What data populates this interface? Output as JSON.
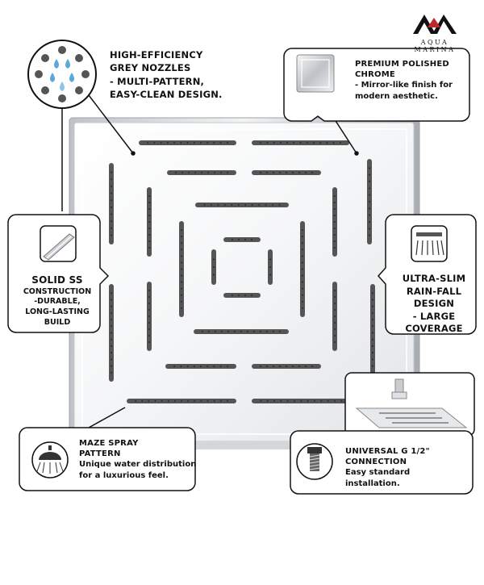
{
  "brand": {
    "name": "AQUA MARINA",
    "logo_icon": "am-monogram-logo",
    "logo_color": "#111111",
    "accent_color": "#c1272d"
  },
  "callouts": {
    "nozzles": {
      "icon": "water-nozzle-icon",
      "title_lines": [
        "HIGH-EFFICIENCY",
        "GREY NOZZLES",
        "- MULTI-PATTERN,",
        "EASY-CLEAN DESIGN."
      ]
    },
    "chrome": {
      "icon": "chrome-tile-icon",
      "title_lines": [
        "PREMIUM POLISHED",
        "CHROME"
      ],
      "body_lines": [
        "- Mirror-like finish for",
        "modern aesthetic."
      ]
    },
    "solid_ss": {
      "icon": "steel-bar-icon",
      "title": "SOLID SS",
      "body_lines": [
        "CONSTRUCTION",
        "-DURABLE,",
        "LONG-LASTING BUILD"
      ]
    },
    "ultra_slim": {
      "icon": "rain-shower-icon",
      "title_lines": [
        "ULTRA-SLIM",
        "RAIN-FALL",
        "DESIGN",
        "- LARGE COVERAGE"
      ]
    },
    "maze": {
      "icon": "shower-head-icon",
      "title_lines": [
        "MAZE SPRAY",
        "PATTERN"
      ],
      "body_lines": [
        "Unique water distribution",
        "for a luxurious feel."
      ]
    },
    "universal": {
      "icon": "screw-connector-icon",
      "title_lines": [
        "UNIVERSAL G 1/2\"",
        "CONNECTION"
      ],
      "body_lines": [
        "Easy standard installation."
      ]
    }
  },
  "product": {
    "name": "square-shower-head",
    "chrome_color": "#e9ecef",
    "nozzle_color": "#555555"
  }
}
